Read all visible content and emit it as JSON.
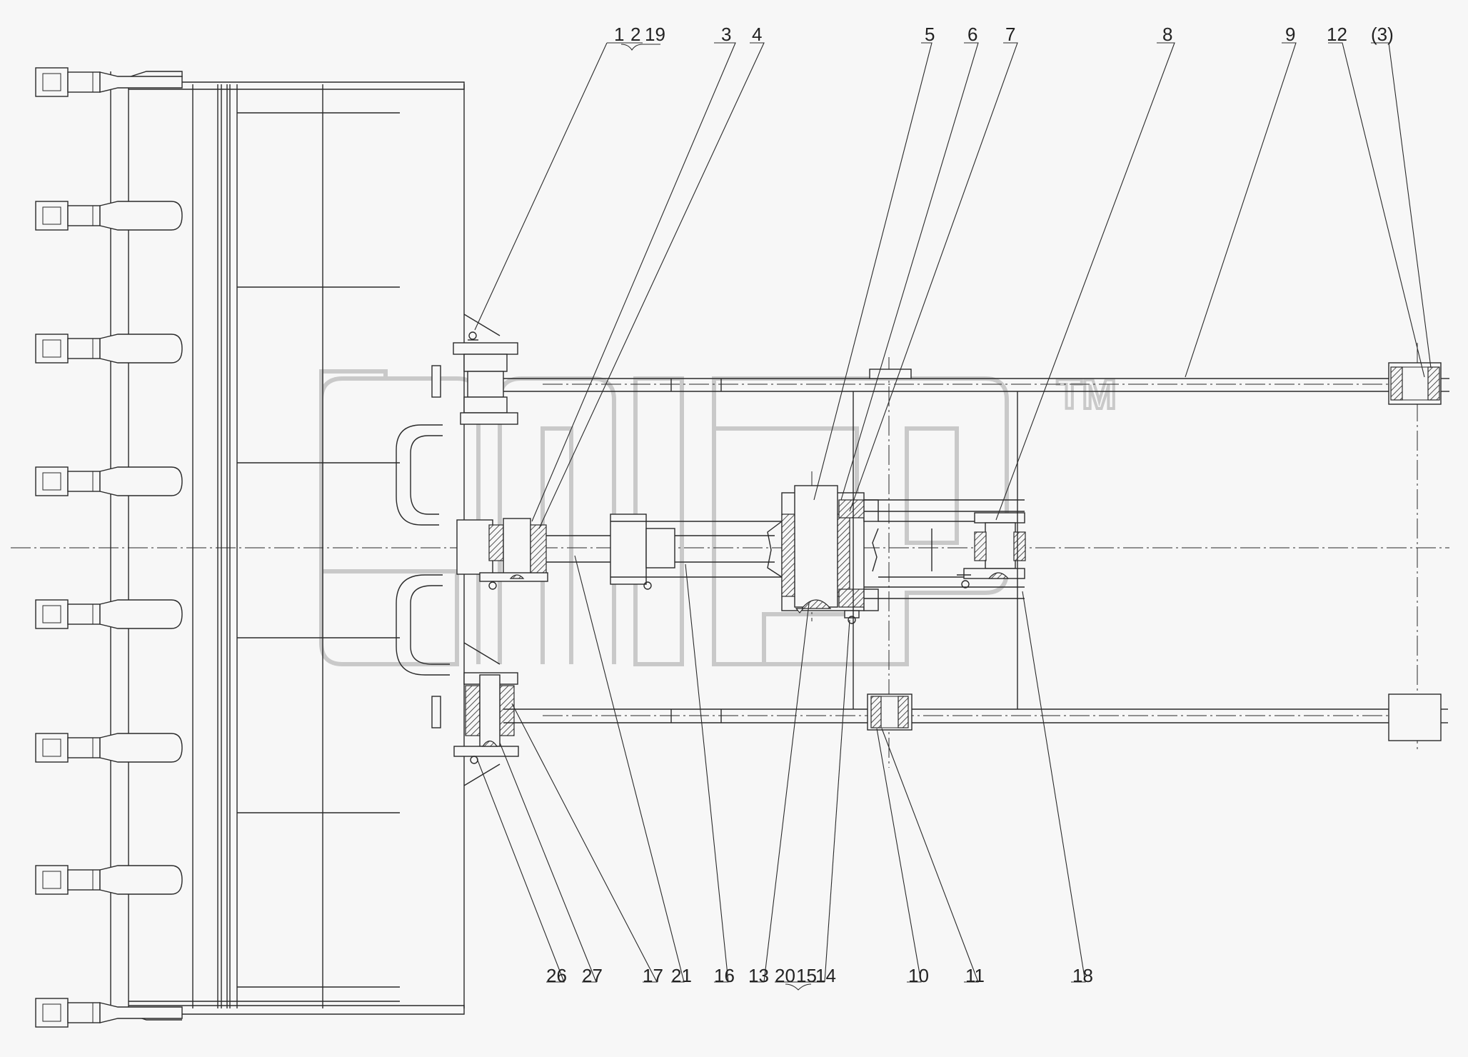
{
  "watermark": {
    "mark": "TM"
  },
  "callouts_top": [
    "1",
    "2",
    "19",
    "3",
    "4",
    "5",
    "6",
    "7",
    "8",
    "9",
    "12",
    "(3)"
  ],
  "callouts_bottom": [
    "26",
    "27",
    "17",
    "21",
    "16",
    "13",
    "20",
    "15",
    "14",
    "10",
    "11",
    "18"
  ]
}
